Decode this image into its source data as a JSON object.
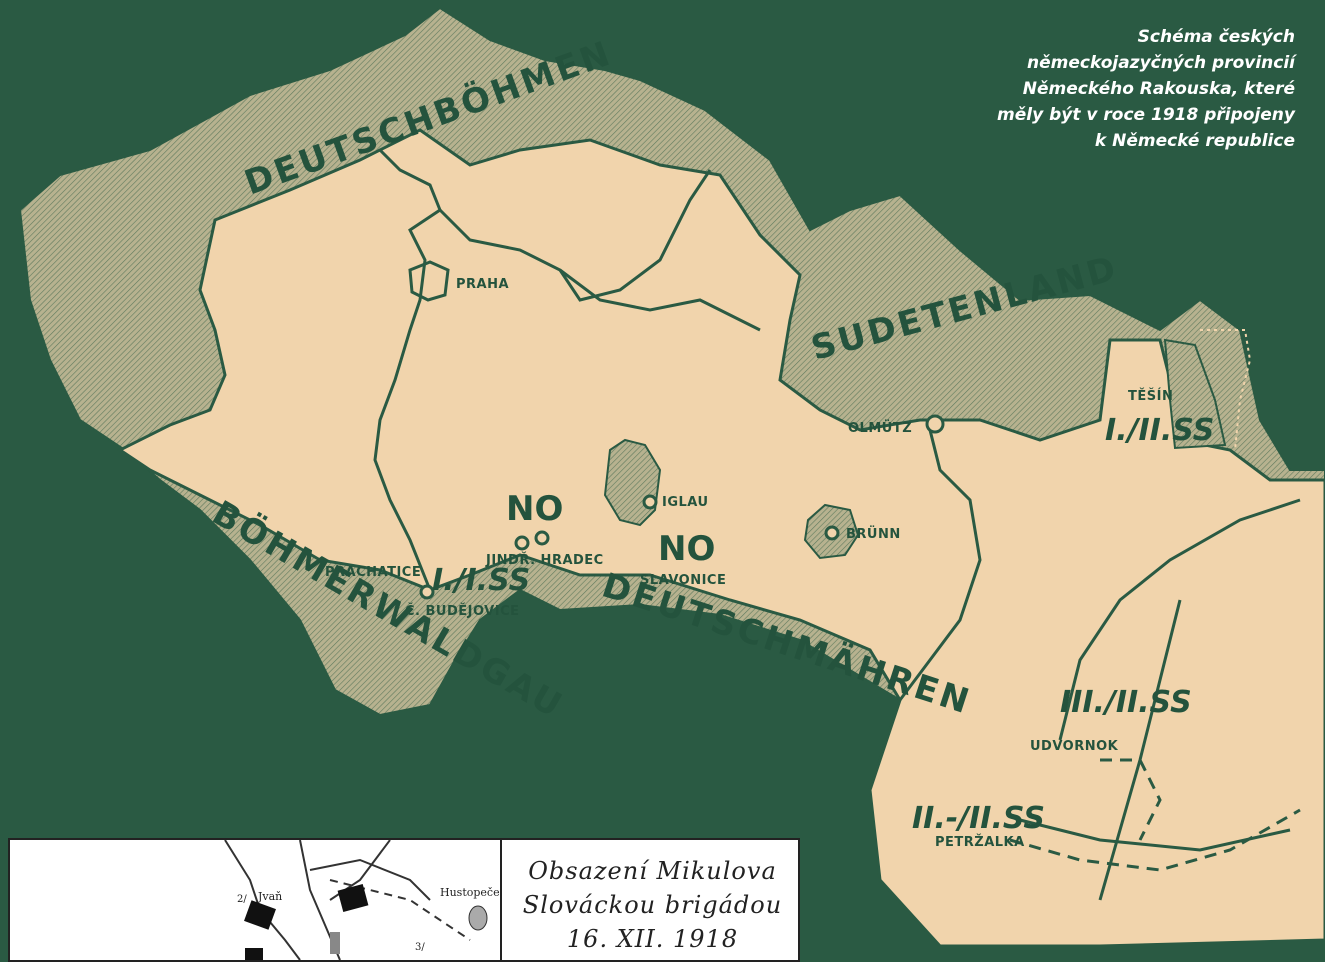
{
  "caption": {
    "lines": [
      "Schéma českých",
      "německojazyčných provincií",
      "Německého Rakouska, které",
      "měly být v roce 1918 připojeny",
      "k Německé republice"
    ]
  },
  "map": {
    "regions": {
      "deutschbohmen": "DEUTSCHBÖHMEN",
      "sudetenland": "SUDETENLAND",
      "bohmerwaldgau": "BÖHMERWALDGAU",
      "deutschmahren": "DEUTSCHMÄHREN"
    },
    "cities": {
      "praha": "PRAHA",
      "olmutz": "OLMÜTZ",
      "tesin": "TĚŠÍN",
      "iglau": "IGLAU",
      "brunn": "BRÜNN",
      "prachatice": "PRACHATICE",
      "jindr_hradec": "JINDŘ. HRADEC",
      "slavonice": "SLAVONICE",
      "budejovice": "Č. BUDĚJOVICE",
      "udvornok": "UDVORNOK",
      "petrzalka": "PETRŽALKA"
    },
    "units": {
      "iss": "I./I.SS",
      "ss1_tesin": "I./II.SS",
      "ss3": "III./II.SS",
      "ss2_petrzalka": "II.-/II.SS"
    },
    "no_marks": [
      "NO",
      "NO"
    ]
  },
  "inset": {
    "title_lines": [
      "Obsazení Mikulova",
      "Slováckou brigádou",
      "16. XII. 1918"
    ],
    "labels": {
      "ivan": "Jvaň",
      "hustopece": "Hustopeče",
      "frac1": "2/",
      "frac2": "3/"
    }
  },
  "colors": {
    "background": "#2a5a43",
    "land": "#f1d4ac",
    "hatch": "#b8b190",
    "ink": "#24533d"
  }
}
